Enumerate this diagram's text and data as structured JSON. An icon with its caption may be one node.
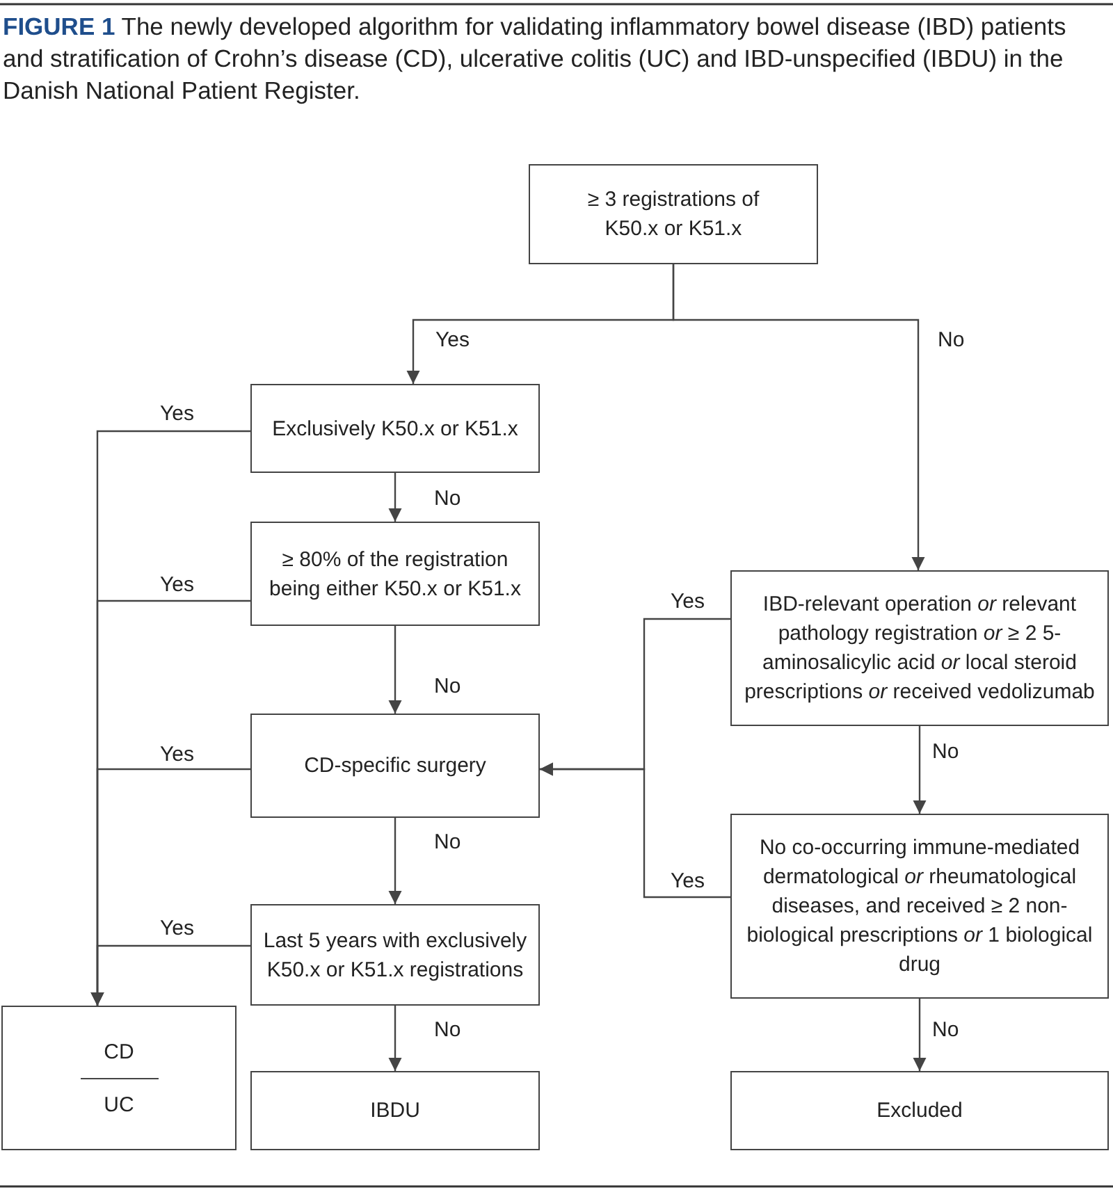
{
  "diagram": {
    "title": "**FIGURE 1** The newly developed algorithm for validating inflammatory bowel disease (IBD) patients and stratification of Crohn’s disease (CD), ulcerative colitis (UC) and IBD-unspecified (IBDU) in the Danish National Patient Register.",
    "nodes": [
      {
        "text": [
          "≥ 3 registrations of K50.x or K51.x"
        ]
      },
      {
        "text": [
          "Exclusively K50.x or K51.x"
        ]
      },
      {
        "text": [
          "≥ 80% of the registration being either K50.x or K51.x"
        ]
      },
      {
        "text": [
          "IBD-relevant operation *or* relevant pathology registration *or* ≥ 2 5-aminosalicylic acid *or* local steroid prescriptions *or* received vedolizumab"
        ]
      },
      {
        "text": [
          "CD-specific surgery"
        ]
      },
      {
        "text": [
          "No co-occurring immune-mediated dermatological *or* rheumatological diseases, and received ≥ 2 non-biological prescriptions *or* 1 biological drug"
        ]
      },
      {
        "text": [
          "Last 5 years with exclusively K50.x or K51.x registrations"
        ]
      },
      {
        "text": [
          "CD",
          "UC"
        ]
      },
      {
        "text": [
          "IBDU"
        ]
      },
      {
        "text": [
          "Excluded"
        ]
      }
    ],
    "edges": [
      {
        "from": 0,
        "to": 1,
        "arrow": "to",
        "label": "Yes"
      },
      {
        "from": 0,
        "to": 3,
        "arrow": "to",
        "label": "No"
      },
      {
        "from": 1,
        "to": 7,
        "arrow": "to",
        "label": "Yes"
      },
      {
        "from": 1,
        "to": 2,
        "arrow": "to",
        "label": "No"
      },
      {
        "from": 2,
        "to": 7,
        "arrow": "to",
        "label": "Yes"
      },
      {
        "from": 2,
        "to": 4,
        "arrow": "to",
        "label": "No"
      },
      {
        "from": 3,
        "to": 4,
        "arrow": "to",
        "label": "Yes"
      },
      {
        "from": 3,
        "to": 5,
        "arrow": "to",
        "label": "No"
      },
      {
        "from": 4,
        "to": 7,
        "arrow": "to",
        "label": "Yes"
      },
      {
        "from": 4,
        "to": 6,
        "arrow": "to",
        "label": "No"
      },
      {
        "from": 5,
        "to": 4,
        "arrow": "to",
        "label": "Yes"
      },
      {
        "from": 6,
        "to": 7,
        "arrow": "to",
        "label": "Yes"
      },
      {
        "from": 6,
        "to": 8,
        "arrow": "to",
        "label": "No"
      },
      {
        "from": 5,
        "to": 9,
        "arrow": "to",
        "label": "No"
      }
    ]
  }
}
